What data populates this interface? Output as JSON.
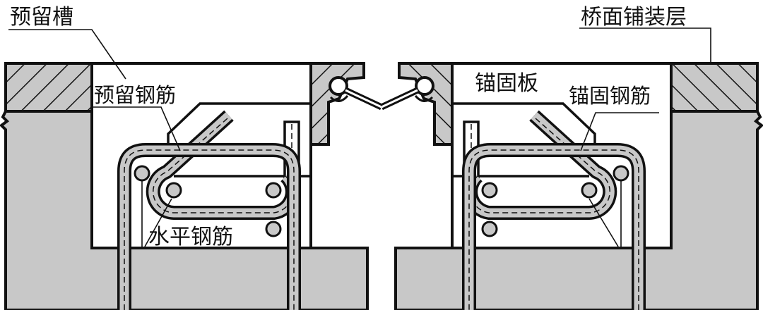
{
  "labels": {
    "reserved_groove": "预留槽",
    "deck_pavement": "桥面铺装层",
    "reserved_rebar": "预留钢筋",
    "anchor_plate": "锚固板",
    "anchor_rebar": "锚固钢筋",
    "horizontal_rebar": "水平钢筋"
  },
  "colors": {
    "concrete": "#c8c8c8",
    "line": "#111111",
    "background": "#ffffff"
  }
}
